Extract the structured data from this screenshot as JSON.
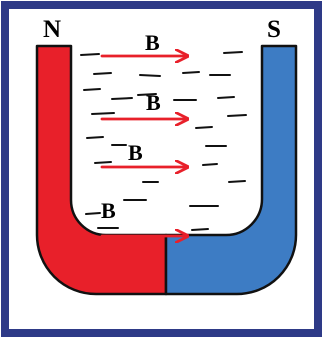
{
  "colors": {
    "frame": "#2e3a87",
    "north_pole": "#e8202a",
    "south_pole": "#3d7cc4",
    "arrow": "#e8202a",
    "filings": "#111111",
    "outline": "#111111"
  },
  "magnet": {
    "north_label": "N",
    "south_label": "S"
  },
  "field": {
    "symbol": "B",
    "direction": "north-to-south"
  },
  "arrows": [
    {
      "label": "B"
    },
    {
      "label": "B"
    },
    {
      "label": "B"
    },
    {
      "label": "B"
    }
  ]
}
